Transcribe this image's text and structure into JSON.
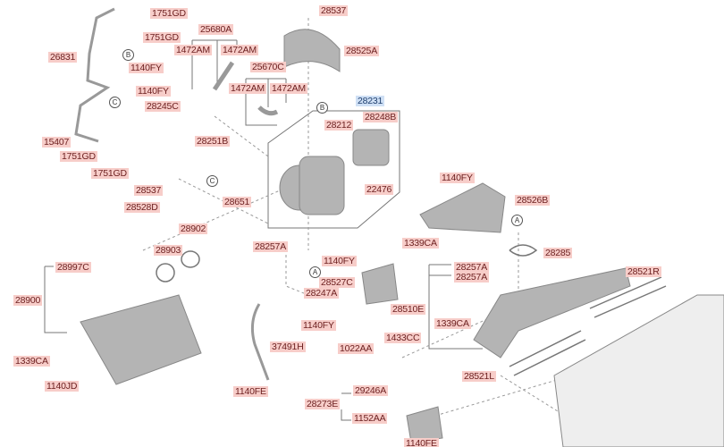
{
  "labels": {
    "l1751gd_a": "1751GD",
    "l1751gd_b": "1751GD",
    "l26831": "26831",
    "l1140fy_a": "1140FY",
    "l15407": "15407",
    "l1751gd_c": "1751GD",
    "l1751gd_d": "1751GD",
    "l25680a": "25680A",
    "l1472am_a": "1472AM",
    "l1472am_b": "1472AM",
    "l25670c": "25670C",
    "l1472am_c": "1472AM",
    "l1472am_d": "1472AM",
    "l1140fy_b": "1140FY",
    "l28245c": "28245C",
    "l28251b": "28251B",
    "l28537_a": "28537",
    "l28525a": "28525A",
    "l28231": "28231",
    "l28212": "28212",
    "l28248b": "28248B",
    "l22476": "22476",
    "l28537_b": "28537",
    "l28651": "28651",
    "l28528d": "28528D",
    "l28902": "28902",
    "l28903": "28903",
    "l28997c": "28997C",
    "l28900": "28900",
    "l1339ca_a": "1339CA",
    "l1140jd": "1140JD",
    "l28257a_a": "28257A",
    "l1339ca_b": "1339CA",
    "l1140fy_c": "1140FY",
    "l28527c": "28527C",
    "l28247a": "28247A",
    "l28510e": "28510E",
    "l1140fy_d": "1140FY",
    "l37491h": "37491H",
    "l1022aa": "1022AA",
    "l1433cc": "1433CC",
    "l1339ca_c": "1339CA",
    "l28257a_b": "28257A",
    "l28257a_c": "28257A",
    "l28521l": "28521L",
    "l28285": "28285",
    "l28526b": "28526B",
    "l1140fy_e": "1140FY",
    "l28521r": "28521R",
    "l29246a": "29246A",
    "l28273e": "28273E",
    "l1152aa": "1152AA",
    "l1140fe_a": "1140FE",
    "l1140fe_b": "1140FE"
  },
  "refs": {
    "a": "A",
    "b": "B",
    "c": "C"
  },
  "colors": {
    "label_bg": "#f7cdc9",
    "label_text": "#6e2222",
    "selected_bg": "#cfe0f5",
    "part": "#a9a9a9"
  }
}
